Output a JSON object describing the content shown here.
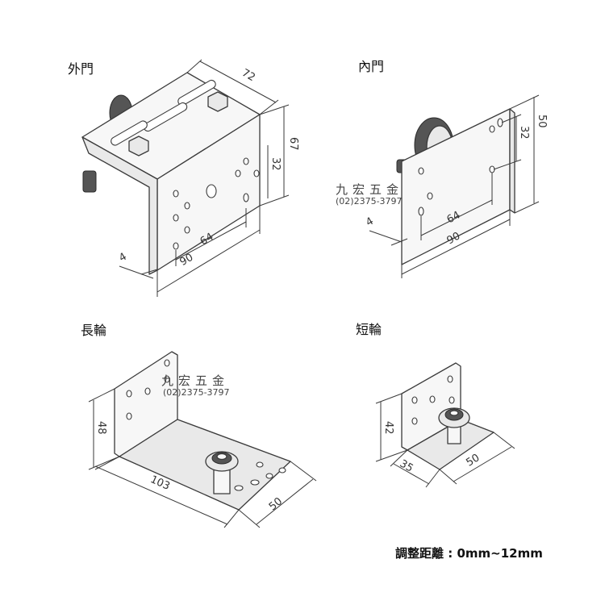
{
  "labels": {
    "outer_door": "外門",
    "inner_door": "內門",
    "long_wheel": "長輪",
    "short_wheel": "短輪"
  },
  "dimensions": {
    "outer": {
      "d72": "72",
      "d67": "67",
      "d32": "32",
      "d64": "64",
      "d90": "90",
      "d4": "4"
    },
    "inner": {
      "d50": "50",
      "d32": "32",
      "d64": "64",
      "d90": "90",
      "d4": "4"
    },
    "long": {
      "d48": "48",
      "d103": "103",
      "d50": "50"
    },
    "short": {
      "d42": "42",
      "d35": "35",
      "d50": "50"
    }
  },
  "watermark": {
    "name": "九宏五金",
    "phone": "(02)2375-3797"
  },
  "note": "調整距離 : 0mm~12mm"
}
